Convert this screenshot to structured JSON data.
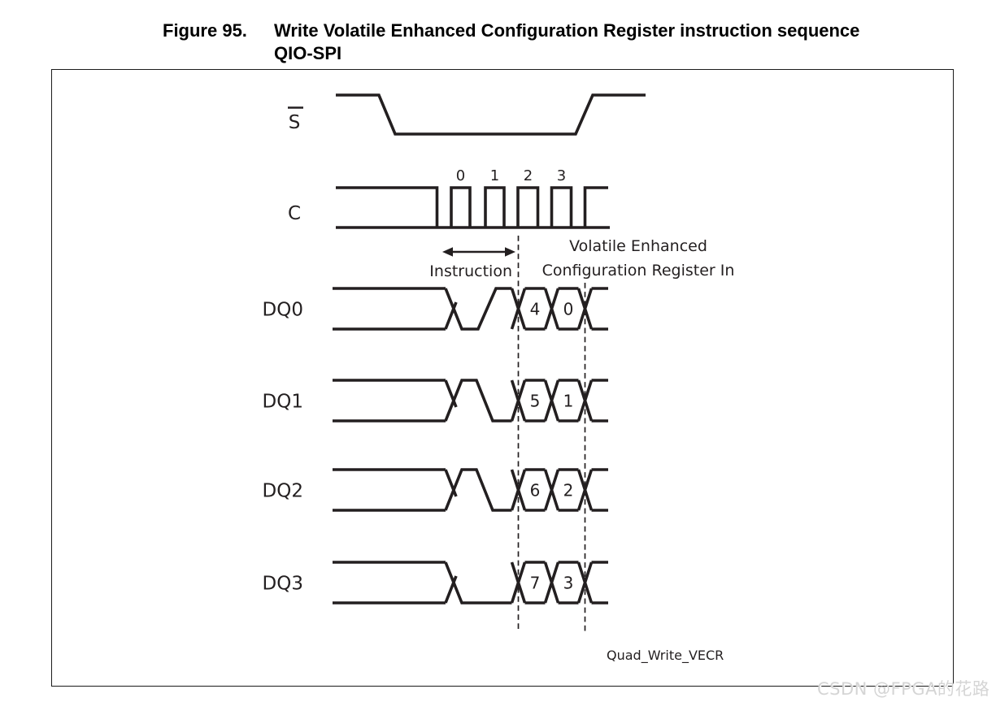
{
  "figure": {
    "label": "Figure 95.",
    "title_line1": "Write Volatile Enhanced Configuration Register instruction sequence",
    "title_line2": "QIO-SPI"
  },
  "diagram": {
    "signals": {
      "chip_select": {
        "name": "S"
      },
      "clock": {
        "name": "C",
        "edge_numbers": [
          "0",
          "1",
          "2",
          "3"
        ]
      },
      "dq_lines": [
        {
          "name": "DQ0",
          "nibbles": [
            "4",
            "0"
          ]
        },
        {
          "name": "DQ1",
          "nibbles": [
            "5",
            "1"
          ]
        },
        {
          "name": "DQ2",
          "nibbles": [
            "6",
            "2"
          ]
        },
        {
          "name": "DQ3",
          "nibbles": [
            "7",
            "3"
          ]
        }
      ]
    },
    "annotations": {
      "instruction_label": "Instruction",
      "data_phase_line1": "Volatile Enhanced",
      "data_phase_line2": "Configuration Register In",
      "tag": "Quad_Write_VECR"
    }
  },
  "watermark": "CSDN @FPGA的花路",
  "colors": {
    "ink": "#231f20",
    "watermark": "#d5d5d5"
  }
}
